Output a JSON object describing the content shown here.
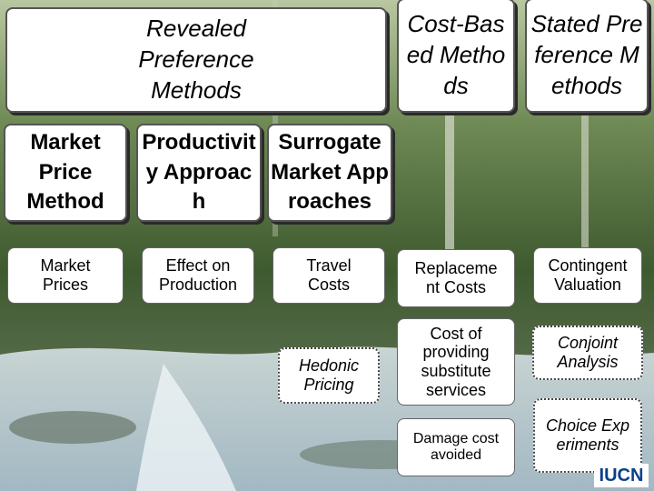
{
  "headers": {
    "revealed": "Revealed Preference Methods",
    "cost_based": "Cost-Based Methods",
    "stated": "Stated Preference Methods"
  },
  "subheaders": {
    "market_price": "Market Price Method",
    "productivity": "Productivity Approach",
    "surrogate": "Surrogate Market Approaches"
  },
  "items": {
    "market_prices": "Market Prices",
    "effect_on_production": "Effect on Production",
    "travel_costs": "Travel Costs",
    "hedonic_pricing": "Hedonic Pricing",
    "replacement_costs": "Replacement Costs",
    "cost_substitute": "Cost of providing substitute services",
    "damage_cost": "Damage cost avoided",
    "contingent_valuation": "Contingent Valuation",
    "conjoint_analysis": "Conjoint Analysis",
    "choice_experiments": "Choice Experiments"
  },
  "logo": "IUCN",
  "colors": {
    "forest": "#3c5a2e",
    "water": "#c9d9e3",
    "box": "#ffffff"
  }
}
